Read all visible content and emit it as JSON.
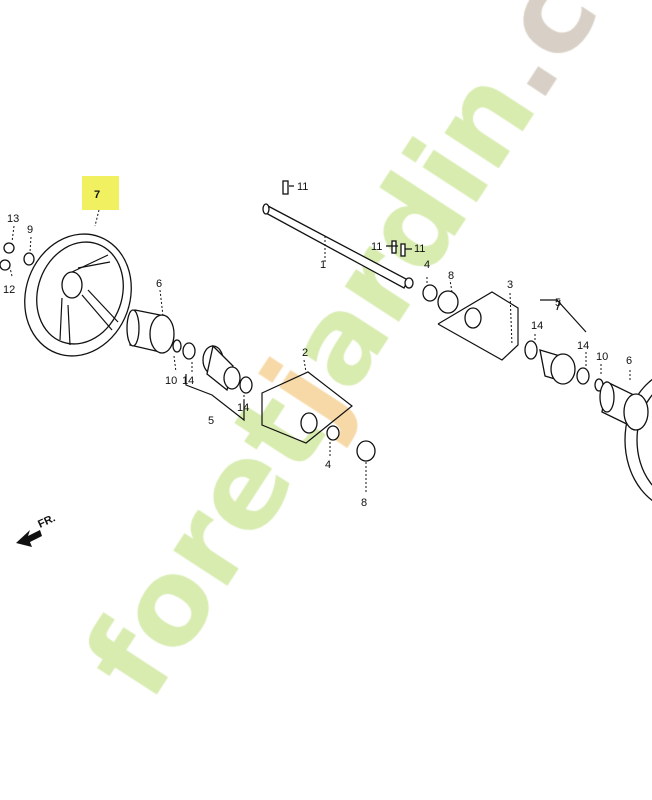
{
  "diagram": {
    "highlight_color": "#f0f060",
    "highlighted_part": "7",
    "direction_marker": "FR.",
    "callouts": [
      "1",
      "2",
      "3",
      "4",
      "4",
      "5",
      "5",
      "6",
      "6",
      "7",
      "8",
      "8",
      "9",
      "10",
      "10",
      "11",
      "11",
      "11",
      "12",
      "13",
      "14",
      "14",
      "14",
      "14"
    ]
  },
  "watermark": {
    "text_green": "foret",
    "text_orange": "j",
    "text_green2": "ardin",
    "text_grey": ".com",
    "colors": {
      "green": "#d8ecb0",
      "orange": "#f7d9a8",
      "grey": "#d8d0c6"
    }
  }
}
